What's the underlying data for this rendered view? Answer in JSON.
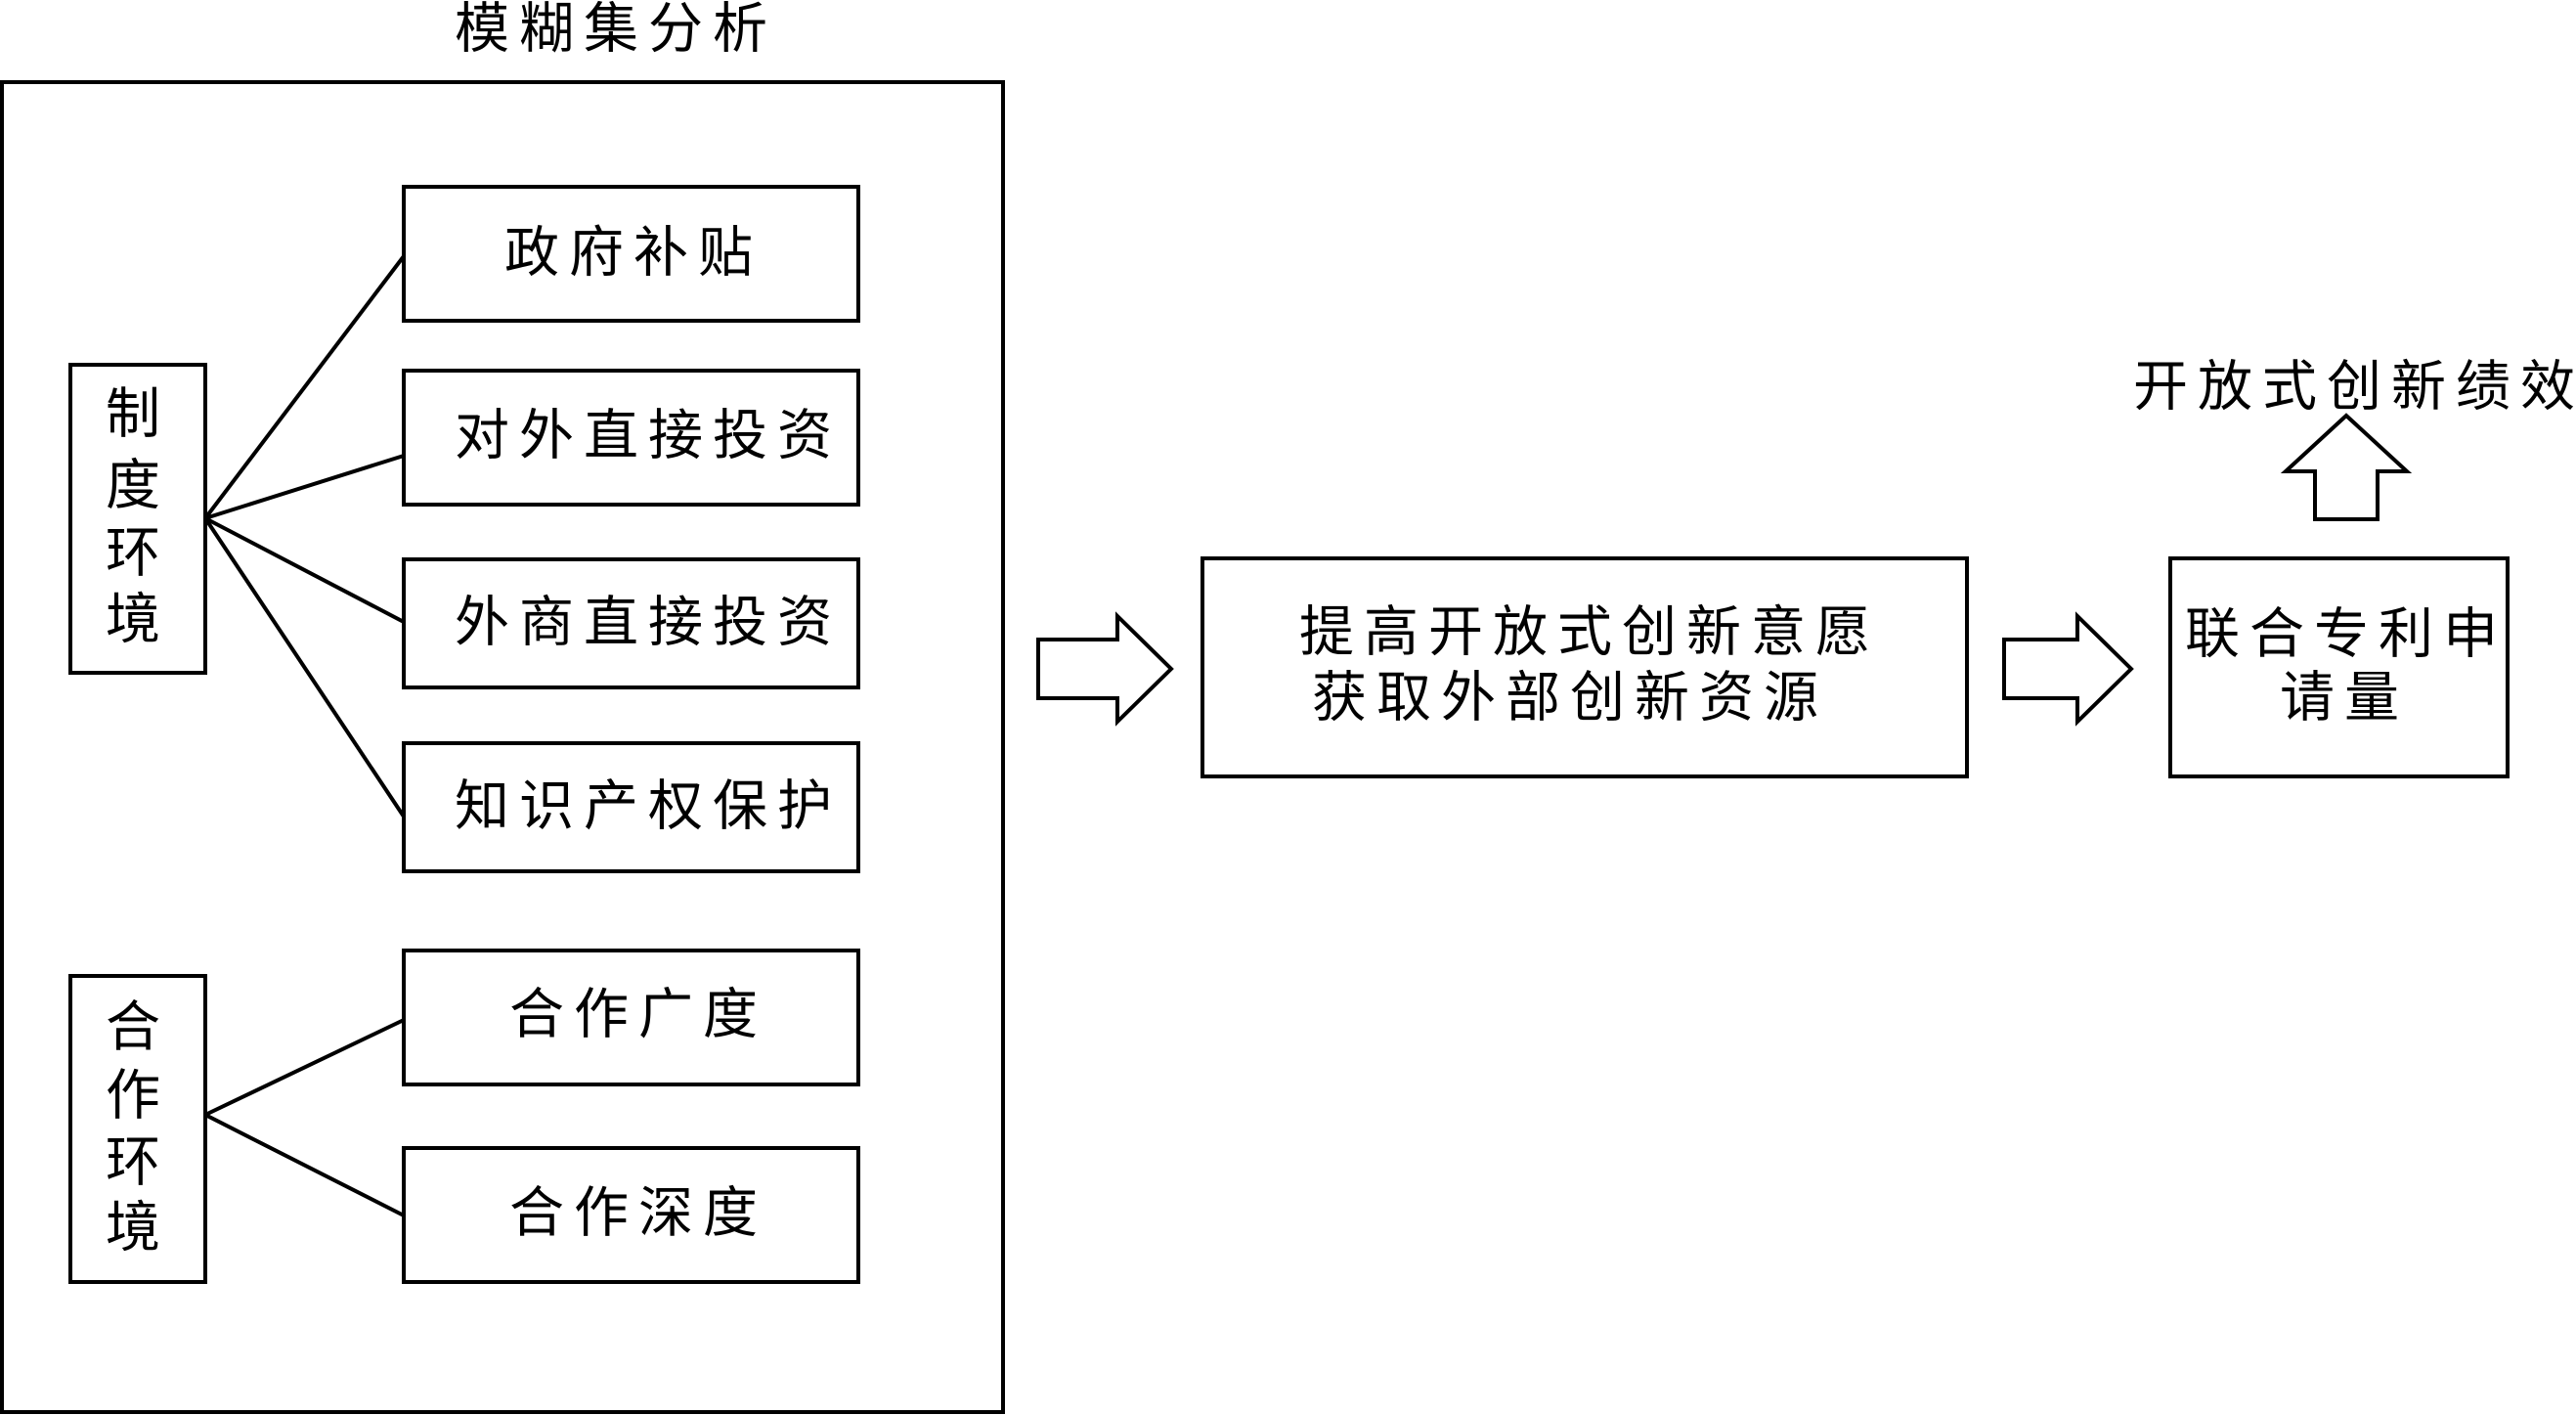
{
  "diagram": {
    "group_title": "模糊集分析",
    "institutional_env": {
      "label_chars": [
        "制",
        "度",
        "环",
        "境"
      ],
      "factors": [
        "政府补贴",
        "对外直接投资",
        "外商直接投资",
        "知识产权保护"
      ]
    },
    "cooperation_env": {
      "label_chars": [
        "合",
        "作",
        "环",
        "境"
      ],
      "factors": [
        "合作广度",
        "合作深度"
      ]
    },
    "mechanism": {
      "lines": [
        "提高开放式创新意愿",
        "获取外部创新资源"
      ]
    },
    "outcome": {
      "lines": [
        "联合专利申",
        "请量"
      ]
    },
    "performance": "开放式创新绩效"
  }
}
